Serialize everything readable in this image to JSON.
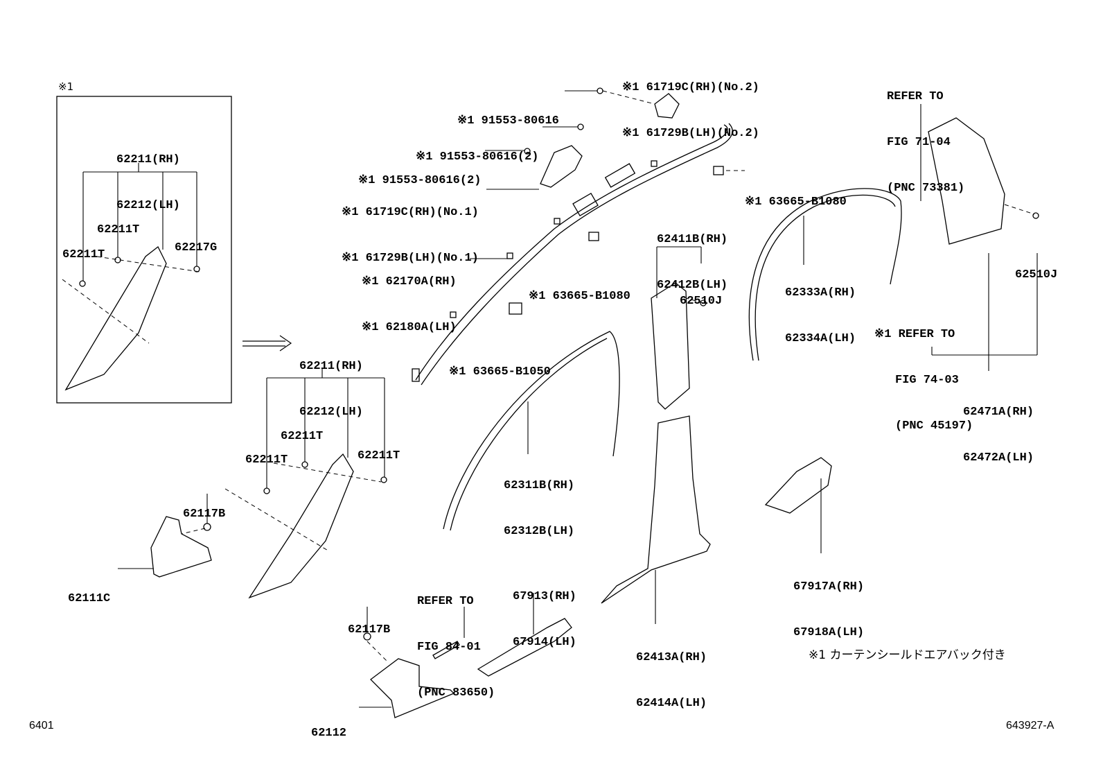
{
  "diagram_id": "643927-A",
  "page_number": "6401",
  "footnote": "※1 カーテンシールドエアバック付き",
  "inset_marker": "※1",
  "callouts": {
    "c1": [
      "※1 61719C(RH)(No.2)",
      "※1 61729B(LH)(No.2)"
    ],
    "c2": [
      "※1 91553-80616"
    ],
    "c3": [
      "※1 91553-80616(2)"
    ],
    "c4": [
      "※1 91553-80616(2)"
    ],
    "c5": [
      "※1 61719C(RH)(No.1)",
      "※1 61729B(LH)(No.1)"
    ],
    "c6": [
      "※1 62170A(RH)",
      "※1 62180A(LH)"
    ],
    "c7": [
      "※1 63665-B1080"
    ],
    "c8": [
      "※1 63665-B1080"
    ],
    "c9": [
      "※1 63665-B1050"
    ],
    "c10": [
      "REFER TO",
      "FIG 71-04",
      "(PNC 73381)"
    ],
    "c11": [
      "62510J"
    ],
    "c12": [
      "※1 REFER TO",
      "FIG 74-03",
      "(PNC 45197)"
    ],
    "c13": [
      "62471A(RH)",
      "62472A(LH)"
    ],
    "c14": [
      "62411B(RH)",
      "62412B(LH)"
    ],
    "c15": [
      "62510J"
    ],
    "c16": [
      "62333A(RH)",
      "62334A(LH)"
    ],
    "c17": [
      "62311B(RH)",
      "62312B(LH)"
    ],
    "c18": [
      "62413A(RH)",
      "62414A(LH)"
    ],
    "c19": [
      "67917A(RH)",
      "67918A(LH)"
    ],
    "c20": [
      "67913(RH)",
      "67914(LH)"
    ],
    "c21": [
      "REFER TO",
      "FIG 84-01",
      "(PNC 83650)"
    ],
    "c22": [
      "62117B"
    ],
    "c23": [
      "62112"
    ],
    "c24": [
      "62211(RH)",
      "62212(LH)"
    ],
    "c25": [
      "62211T"
    ],
    "c26": [
      "62211T"
    ],
    "c27": [
      "62211T"
    ],
    "c28": [
      "62117B"
    ],
    "c29": [
      "62111C"
    ],
    "c30": [
      "62211(RH)",
      "62212(LH)"
    ],
    "c31": [
      "62211T"
    ],
    "c32": [
      "62211T"
    ],
    "c33": [
      "62217G"
    ]
  }
}
